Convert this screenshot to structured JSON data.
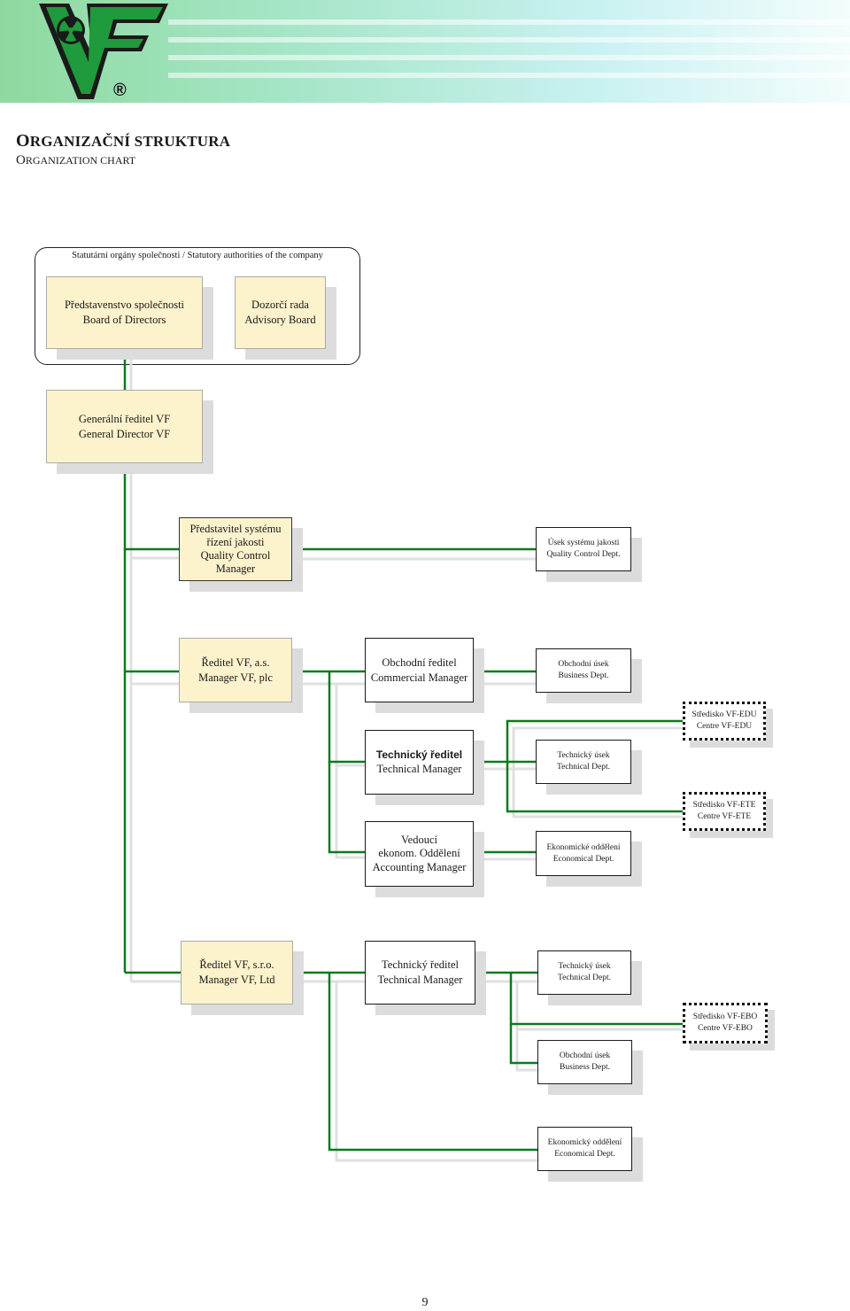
{
  "header": {
    "logo_text": "VF",
    "registered_mark": "®"
  },
  "title": {
    "cz_initial": "O",
    "cz_rest": "RGANIZAČNÍ STRUKTURA",
    "en_initial": "O",
    "en_rest": "RGANIZATION CHART"
  },
  "statutory_group": {
    "label": "Statutární orgány společnosti / Statutory authorities of the company",
    "board": {
      "cz": "Představenstvo společnosti",
      "en": "Board of Directors"
    },
    "advisory": {
      "cz": "Dozorčí rada",
      "en": "Advisory Board"
    }
  },
  "general_director": {
    "cz": "Generální ředitel VF",
    "en": "General Director VF"
  },
  "quality": {
    "manager": {
      "cz1": "Představitel systému",
      "cz2": "řízení jakosti",
      "en1": "Quality Control",
      "en2": "Manager"
    },
    "dept": {
      "cz": "Úsek systému jakosti",
      "en": "Quality Control Dept."
    }
  },
  "vf_as": {
    "manager": {
      "cz": "Ředitel VF, a.s.",
      "en": "Manager VF, plc"
    },
    "commercial": {
      "cz": "Obchodní ředitel",
      "en": "Commercial Manager"
    },
    "business_dept": {
      "cz": "Obchodní úsek",
      "en": "Business Dept."
    },
    "centre_edu": {
      "cz": "Středisko VF-EDU",
      "en": "Centre VF-EDU"
    },
    "technical": {
      "cz": "Technický ředitel",
      "en": "Technical Manager"
    },
    "technical_dept": {
      "cz": "Technický úsek",
      "en": "Technical Dept."
    },
    "centre_ete": {
      "cz": "Středisko VF-ETE",
      "en": "Centre VF-ETE"
    },
    "accounting": {
      "cz1": "Vedoucí",
      "cz2": "ekonom. Oddělení",
      "en": "Accounting Manager"
    },
    "economical_dept": {
      "cz": "Ekonomické oddělení",
      "en": "Economical Dept."
    }
  },
  "vf_sro": {
    "manager": {
      "cz": "Ředitel VF, s.r.o.",
      "en": "Manager VF, Ltd"
    },
    "technical": {
      "cz": "Technický ředitel",
      "en": "Technical Manager"
    },
    "technical_dept": {
      "cz": "Technický úsek",
      "en": "Technical Dept."
    },
    "centre_ebo": {
      "cz": "Středisko VF-EBO",
      "en": "Centre VF-EBO"
    },
    "business_dept": {
      "cz": "Obchodní úsek",
      "en": "Business Dept."
    },
    "economical_dept": {
      "cz": "Ekonomický oddělení",
      "en": "Economical Dept."
    }
  },
  "page_number": "9",
  "colors": {
    "connector": "#0c7a1e",
    "box_fill": "#fcf2cc",
    "logo_green": "#1f9a3c"
  }
}
